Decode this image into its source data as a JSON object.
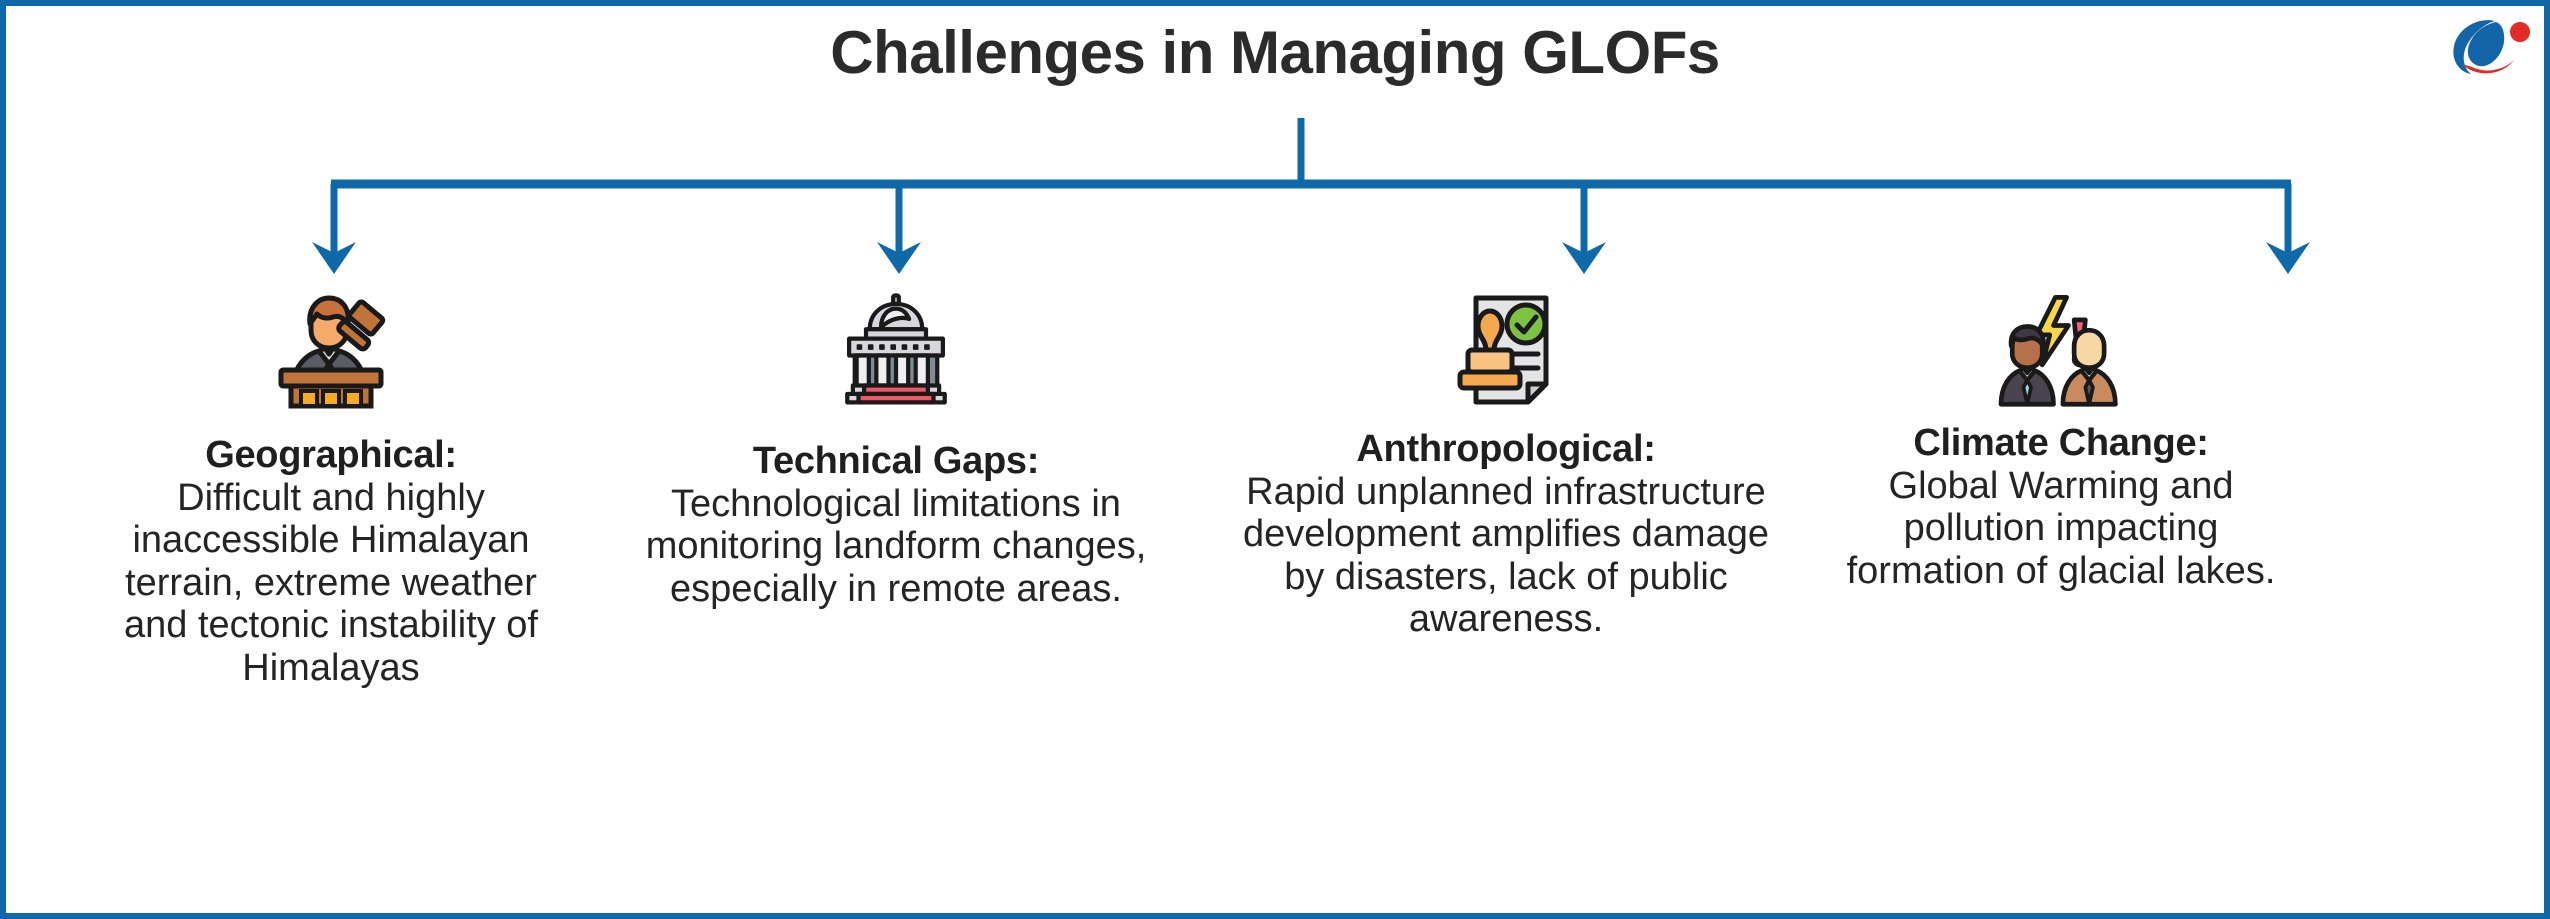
{
  "page": {
    "title": "Challenges in Managing GLOFs",
    "border_color": "#0F68A8",
    "background": "#ffffff",
    "title_color": "#2B2B2B"
  },
  "logo": {
    "name": "brand-logo",
    "blue": "#1465A8",
    "red": "#E12B26"
  },
  "connectors": {
    "color": "#0F68A8",
    "stroke": 7
  },
  "columns": [
    {
      "icon_name": "judge-podium-gavel-icon",
      "heading": "Geographical:",
      "body": "Difficult and highly inaccessible Himalayan terrain, extreme weather and tectonic instability of Himalayas",
      "icon_colors": {
        "suit": "#5B5B66",
        "skin": "#F5A96B",
        "hair": "#C9713A",
        "podium": "#C0743A",
        "panel": "#F7A928",
        "outline": "#1A1A1A",
        "shirt": "#E6E6E6"
      }
    },
    {
      "icon_name": "government-building-icon",
      "heading": "Technical Gaps:",
      "body": "Technological limitations in monitoring landform changes, especially in remote areas.",
      "icon_colors": {
        "stone": "#D6D6DC",
        "stone_light": "#EFEFF3",
        "shadow": "#7E8C99",
        "steps_red": "#EE5A63",
        "outline": "#1A1A1A"
      }
    },
    {
      "icon_name": "approved-document-stamp-icon",
      "heading": "Anthropological:",
      "body": "Rapid unplanned infrastructure development amplifies damage by disasters, lack of public awareness.",
      "icon_colors": {
        "paper": "#E4E4E6",
        "check_green": "#7DC242",
        "stamp_orange": "#F4A850",
        "stamp_light": "#F9C483",
        "outline": "#1A1A1A"
      }
    },
    {
      "icon_name": "people-conflict-alert-icon",
      "heading": "Climate Change:",
      "body": "Global Warming and pollution impacting formation of glacial lakes.",
      "icon_colors": {
        "bolt_yellow": "#F7D74A",
        "exclaim_pink": "#F2637A",
        "skin_dark": "#B5714A",
        "skin_light": "#F7D8A4",
        "suit_dark": "#4A4450",
        "suit_tan": "#C98B5E",
        "outline": "#1A1A1A"
      }
    }
  ]
}
